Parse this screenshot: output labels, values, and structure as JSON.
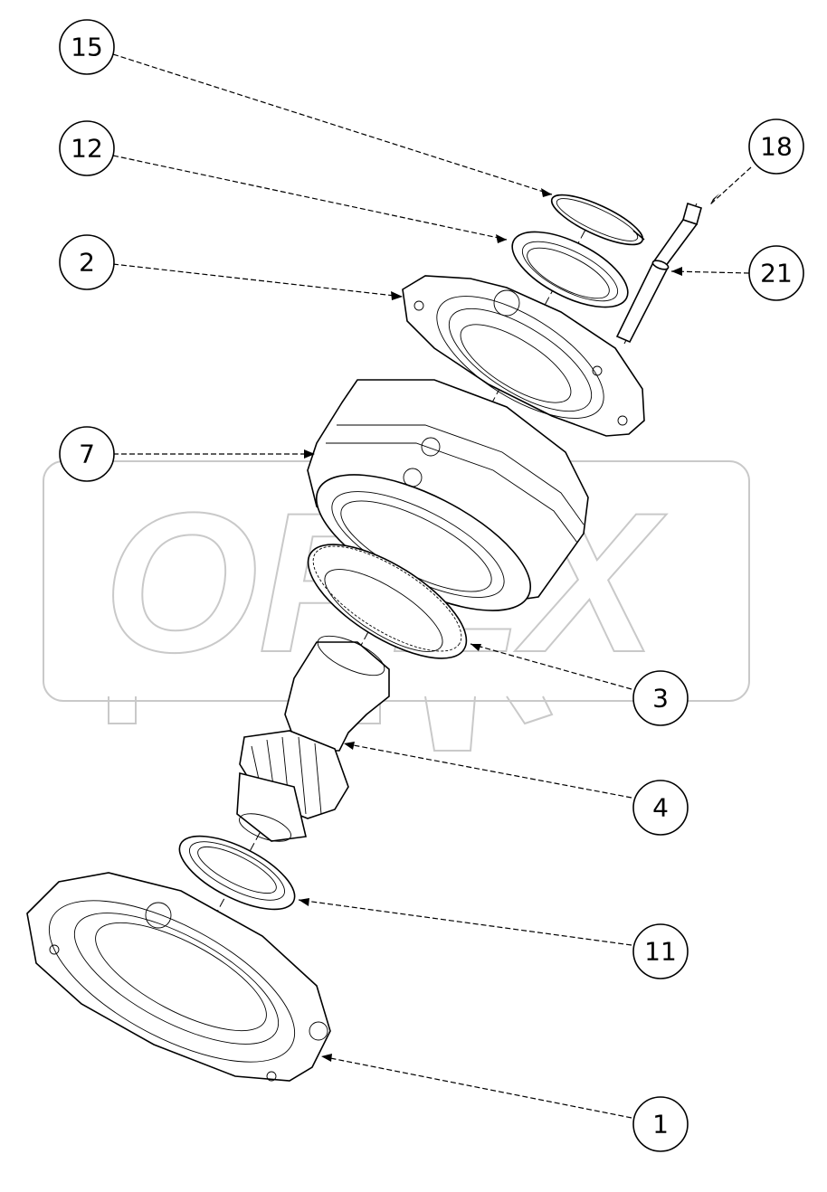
{
  "watermark": "OPEX",
  "callouts": [
    {
      "id": "15",
      "label": "15"
    },
    {
      "id": "12",
      "label": "12"
    },
    {
      "id": "2",
      "label": "2"
    },
    {
      "id": "7",
      "label": "7"
    },
    {
      "id": "18",
      "label": "18"
    },
    {
      "id": "21",
      "label": "21"
    },
    {
      "id": "3",
      "label": "3"
    },
    {
      "id": "4",
      "label": "4"
    },
    {
      "id": "11",
      "label": "11"
    },
    {
      "id": "1",
      "label": "1"
    }
  ]
}
